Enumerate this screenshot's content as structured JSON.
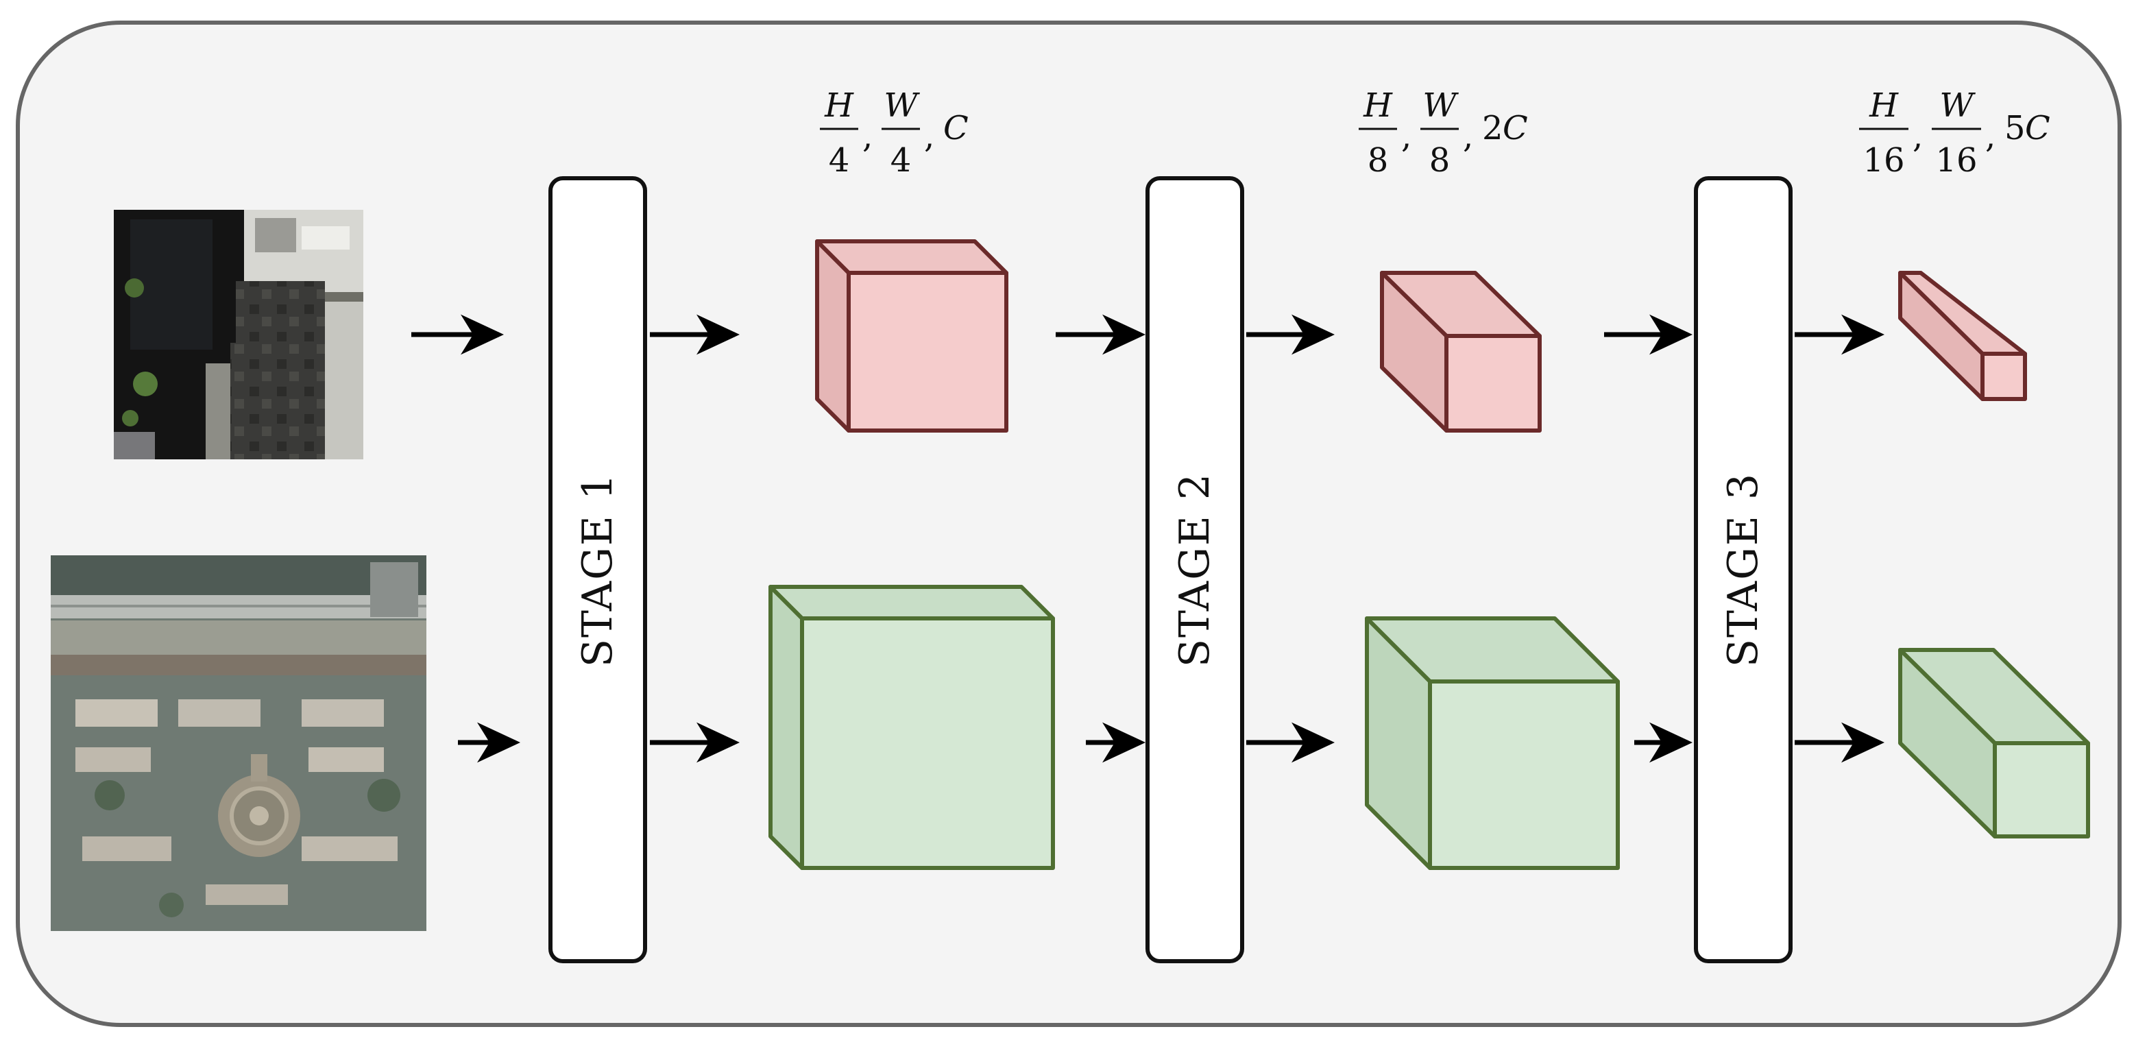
{
  "stages": [
    {
      "label": "STAGE 1"
    },
    {
      "label": "STAGE 2"
    },
    {
      "label": "STAGE 3"
    }
  ],
  "dims": [
    {
      "f1_num": "H",
      "f1_den": "4",
      "f2_num": "W",
      "f2_den": "4",
      "coef": "",
      "ch": "C"
    },
    {
      "f1_num": "H",
      "f1_den": "8",
      "f2_num": "W",
      "f2_den": "8",
      "coef": "2",
      "ch": "C"
    },
    {
      "f1_num": "H",
      "f1_den": "16",
      "f2_num": "W",
      "f2_den": "16",
      "coef": "5",
      "ch": "C"
    }
  ],
  "inputs": [
    {
      "icon": "aerial-photo-rooftop"
    },
    {
      "icon": "aerial-photo-satellite"
    }
  ],
  "colors": {
    "panel_bg": "#f4f4f4",
    "panel_border": "#666666",
    "stage_fill": "#ffffff",
    "stage_border": "#111111",
    "red_front": "#f5cccc",
    "red_top": "#eec4c4",
    "red_side": "#e5b6b6",
    "red_stroke": "#6b2a2a",
    "green_front": "#d5e8d4",
    "green_top": "#c8dec7",
    "green_side": "#bdd6bb",
    "green_stroke": "#4f6f32"
  }
}
